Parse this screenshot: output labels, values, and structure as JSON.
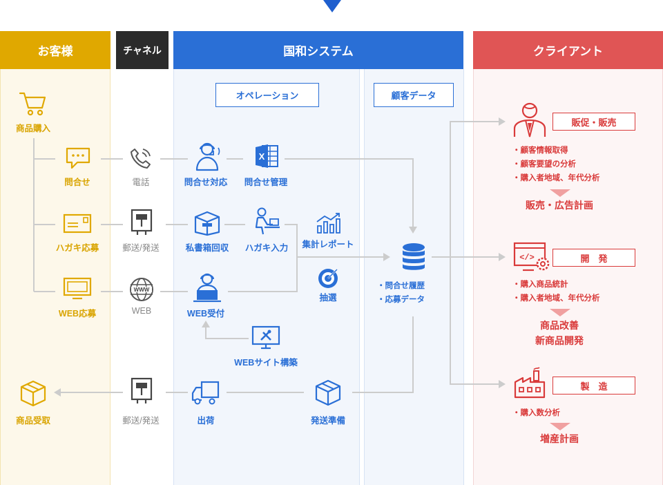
{
  "columns": {
    "customer": {
      "title": "お客様",
      "color": "#e0a800"
    },
    "channel": {
      "title": "チャネル",
      "color": "#2b2b2b"
    },
    "system": {
      "title": "国和システム",
      "color": "#2a6fd6"
    },
    "client": {
      "title": "クライアント",
      "color": "#e05555"
    }
  },
  "system": {
    "operation_title": "オペレーション",
    "customer_data_title": "顧客データ"
  },
  "customer": {
    "purchase": "商品購入",
    "inquiry": "問合せ",
    "postcard": "ハガキ応募",
    "web_entry": "WEB応募",
    "receive": "商品受取"
  },
  "channel": {
    "phone": "電話",
    "mail1": "郵送/発送",
    "web": "WEB",
    "mail2": "郵送/発送"
  },
  "operation": {
    "inquiry_response": "問合せ対応",
    "inquiry_management": "問合せ管理",
    "pobox": "私書箱回収",
    "postcard_input": "ハガキ入力",
    "report": "集計レポート",
    "web_reception": "WEB受付",
    "lottery": "抽選",
    "web_build": "WEBサイト構築",
    "shipping": "出荷",
    "ship_prep": "発送準備"
  },
  "database": {
    "items": [
      "・問合せ履歴",
      "・応募データ"
    ]
  },
  "client": {
    "sales": {
      "tag": "販促・販売",
      "bullets": [
        "・顧客情報取得",
        "・顧客要望の分析",
        "・購入者地域、年代分析"
      ],
      "result": [
        "販売・広告計画"
      ]
    },
    "dev": {
      "tag": "開　発",
      "bullets": [
        "・購入商品統計",
        "・購入者地域、年代分析"
      ],
      "result": [
        "商品改善",
        "新商品開発"
      ]
    },
    "mfg": {
      "tag": "製　造",
      "bullets": [
        "・購入数分析"
      ],
      "result": [
        "増産計画"
      ]
    }
  }
}
